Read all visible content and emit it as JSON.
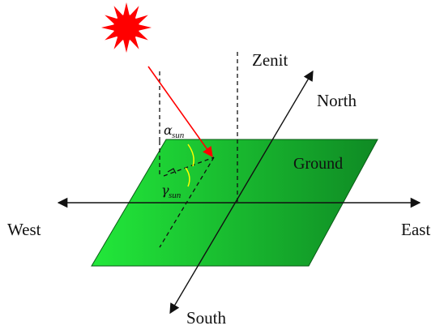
{
  "labels": {
    "zenit": "Zenit",
    "north": "North",
    "ground": "Ground",
    "west": "West",
    "east": "East",
    "south": "South"
  },
  "angles": {
    "alpha": {
      "symbol": "α",
      "sub": "sun"
    },
    "gamma": {
      "symbol": "γ",
      "sub": "sun"
    }
  },
  "colors": {
    "sun": "#ff0000",
    "ray": "#ff0000",
    "ground_dark": "#0f8a24",
    "ground_light": "#22e83a",
    "angle_arc": "#ffff00",
    "axes": "#111111"
  },
  "icons": {
    "sun": "sun-icon"
  }
}
